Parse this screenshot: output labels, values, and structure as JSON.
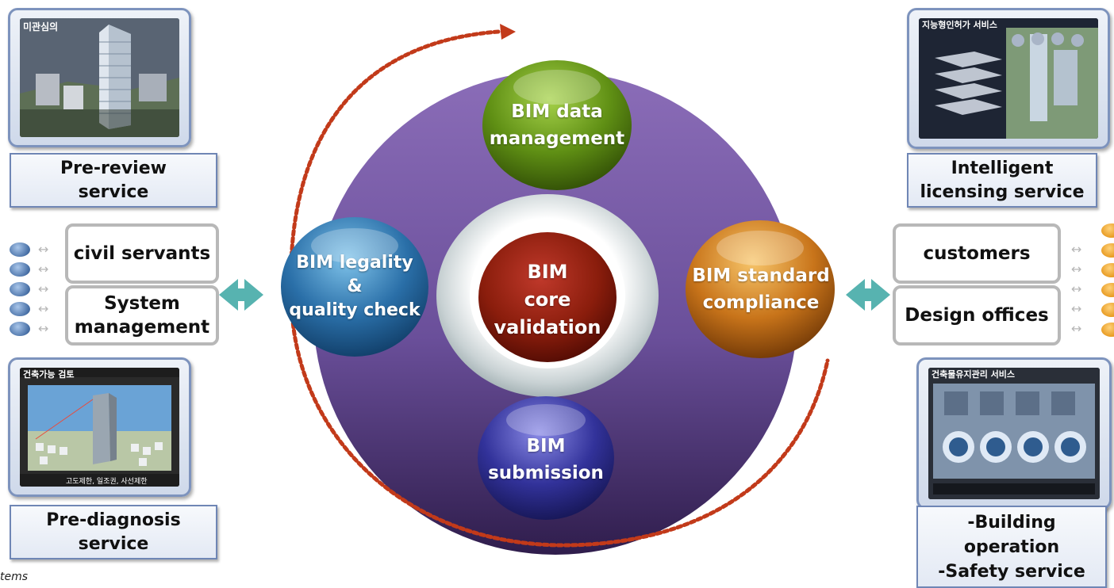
{
  "left": {
    "top_card": {
      "image_caption": "미관심의",
      "label": "Pre-review\nservice"
    },
    "roles": [
      "civil servants",
      "System\nmanagement"
    ],
    "bottom_card": {
      "image_caption": "건축가능 검토",
      "image_footer": "고도제한, 일조권, 사선제한",
      "label": "Pre-diagnosis\nservice"
    }
  },
  "right": {
    "top_card": {
      "image_caption": "지능형인허가 서비스",
      "label": "Intelligent\nlicensing service"
    },
    "roles": [
      "customers",
      "Design offices"
    ],
    "bottom_card": {
      "image_caption": "건축물유지관리 서비스",
      "label": "-Building\noperation\n-Safety service"
    }
  },
  "center": {
    "core": "BIM\ncore\nvalidation",
    "spheres": {
      "top": "BIM data\nmanagement",
      "left": "BIM legality\n&\nquality check",
      "right": "BIM standard\ncompliance",
      "bottom": "BIM\nsubmission"
    }
  },
  "footnote": "tems",
  "colors": {
    "purple": "#6a4f9a",
    "green": "#5f8f14",
    "blue": "#2a6fa8",
    "orange": "#c8741a",
    "indigo": "#32329a",
    "core_red": "#8a1d0c",
    "cycle_arrow": "#c23a1a",
    "teal_arrow": "#57b3b0"
  },
  "icons": [
    "double-arrow-icon",
    "person-dot-icon",
    "small-arrow-icon"
  ]
}
